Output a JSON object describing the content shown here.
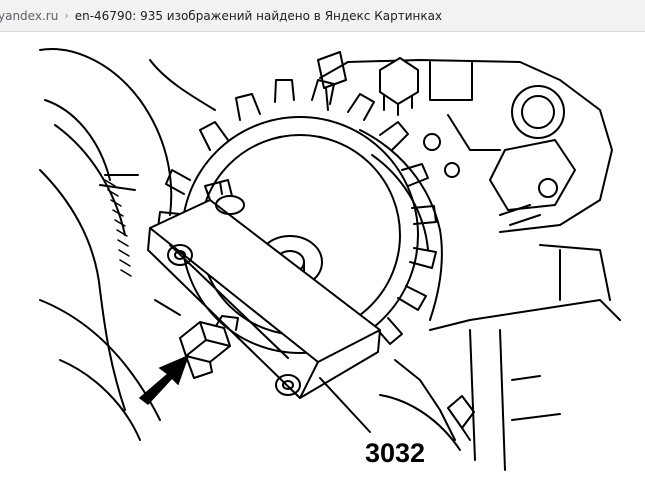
{
  "tab": {
    "domain": "yandex.ru",
    "separator": "›",
    "title": "en-46790: 935 изображений найдено в Яндекс Картинках"
  },
  "figure": {
    "tool_label": "3032"
  }
}
